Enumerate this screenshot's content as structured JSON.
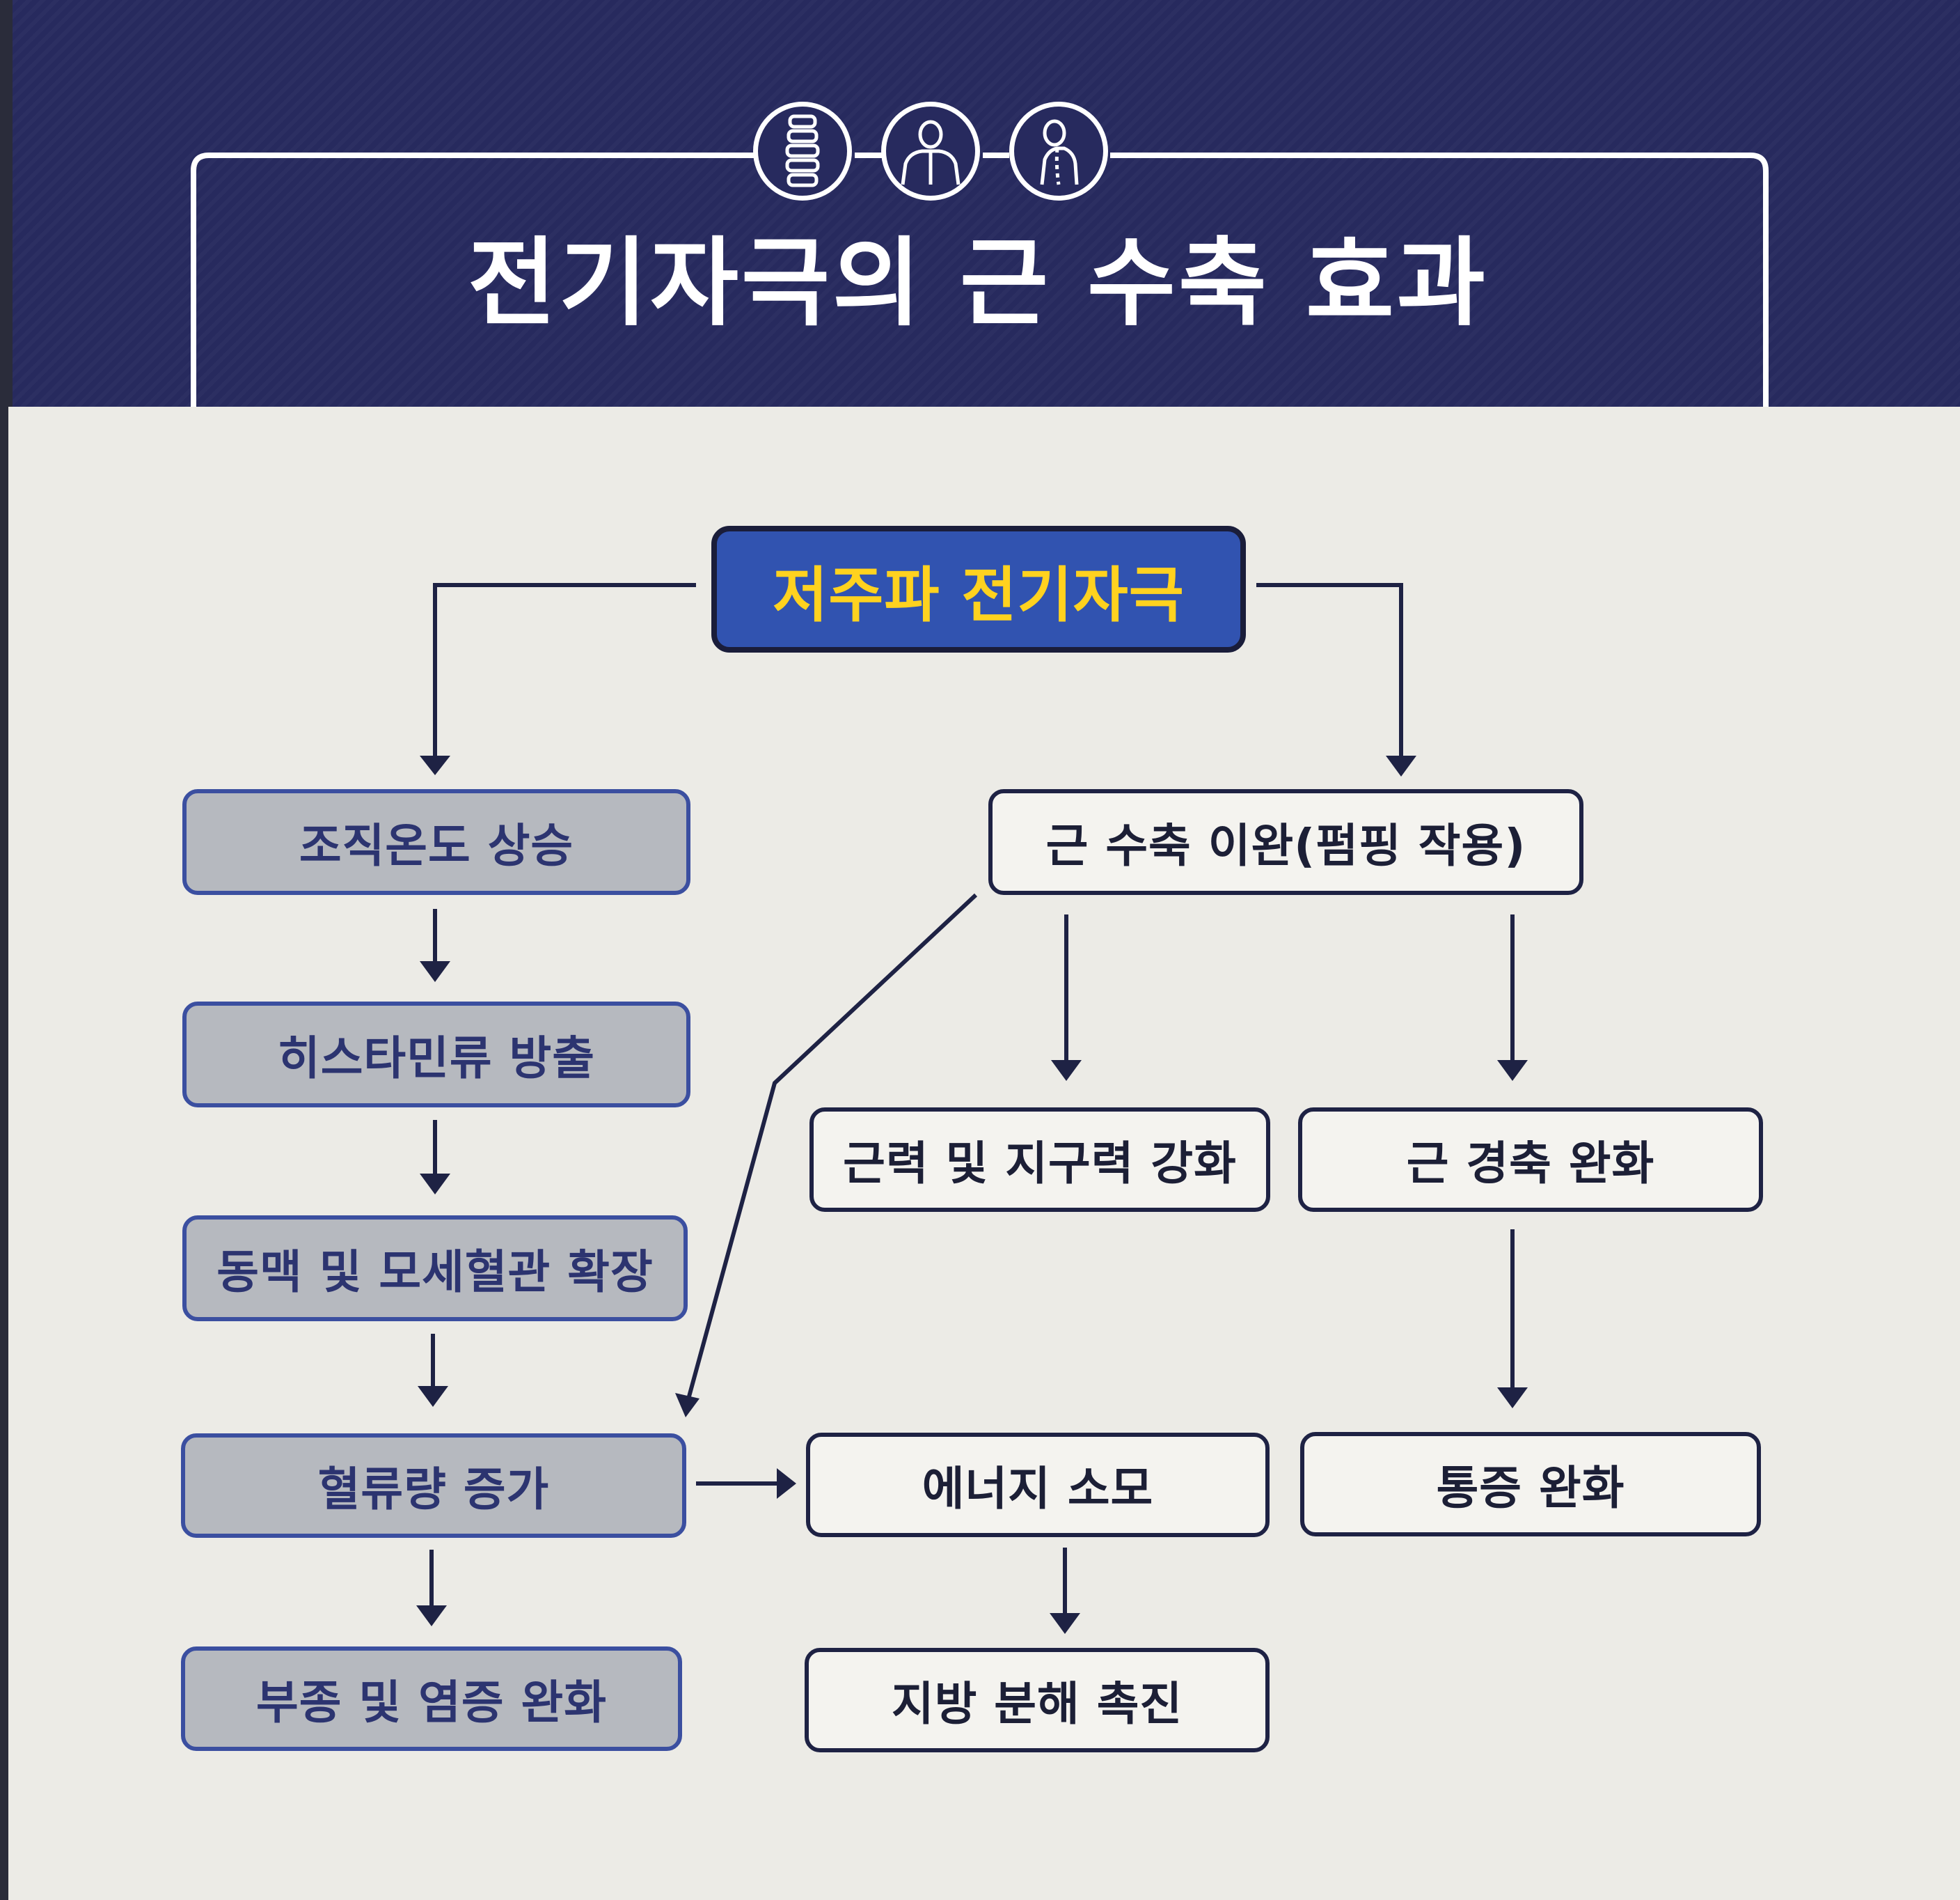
{
  "title": "전기자극의 근 수축 효과",
  "header_icons": [
    "spine-icon",
    "upper-body-icon",
    "posture-icon"
  ],
  "colors": {
    "header_navy": "#272a5e",
    "box_blue": "#3153b0",
    "box_text_yellow": "#ffd21f",
    "grey_fill": "#b6b9bf",
    "line_navy": "#1e2244"
  },
  "flowchart": {
    "source": "저주파 전기자극",
    "left_chain": [
      "조직온도 상승",
      "히스타민류 방출",
      "동맥 및 모세혈관 확장",
      "혈류량 증가",
      "부종 및 염증 완화"
    ],
    "pumping": "근 수축 이완(펌핑 작용)",
    "strength": "근력 및 지구력 강화",
    "spasm": "근 경축 완화",
    "energy": "에너지 소모",
    "pain": "통증 완화",
    "fat": "지방 분해 촉진"
  }
}
